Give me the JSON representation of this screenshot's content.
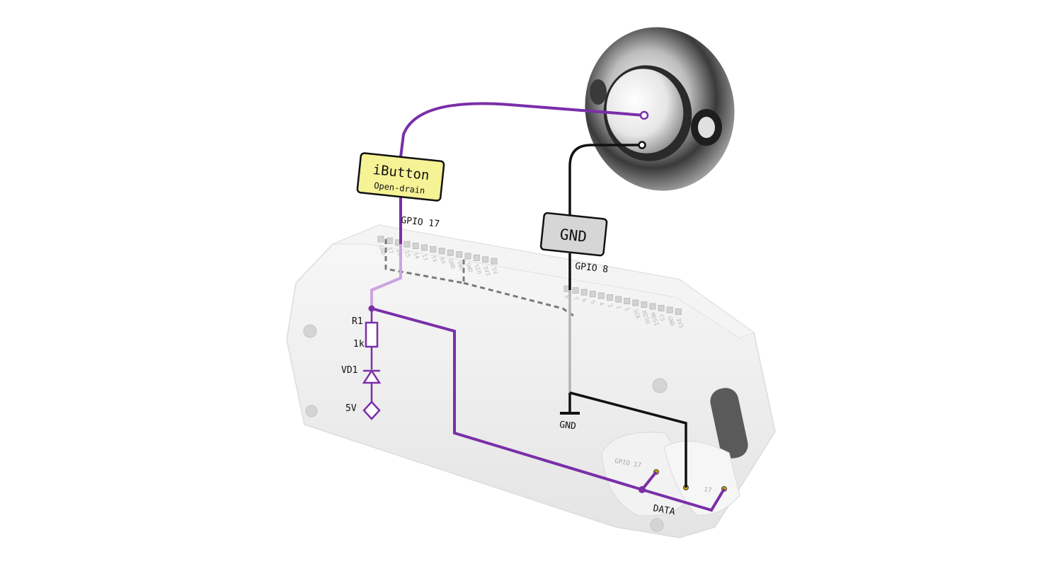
{
  "labels": {
    "ibutton_title": "iButton",
    "ibutton_sub": "Open-drain",
    "gpio17": "GPIO 17",
    "gnd_box": "GND",
    "gpio8": "GPIO 8",
    "r1": "R1",
    "r1_value": "1k",
    "vd1": "VD1",
    "v5": "5V",
    "gnd_symbol": "GND",
    "data": "DATA",
    "pad_left": "GPIO 17",
    "pad_right": "17"
  },
  "header_left_pins": [
    "GND",
    "17",
    "16",
    "15",
    "14",
    "13",
    "TX",
    "RX",
    "GND",
    "SWC",
    "SWD",
    "SIO",
    "3V3",
    "5V"
  ],
  "header_right_pins": [
    "8",
    "7",
    "6",
    "5",
    "4",
    "3",
    "2",
    "1",
    "SCK",
    "MISO",
    "MOSI",
    "CS",
    "GND",
    "3V3"
  ],
  "colors": {
    "wire_data": "#7a2fa8",
    "wire_gnd": "#111111",
    "ibutton_fill": "#f6f296",
    "gnd_fill": "#d6d6d6",
    "device_body": "#eeeeee"
  }
}
